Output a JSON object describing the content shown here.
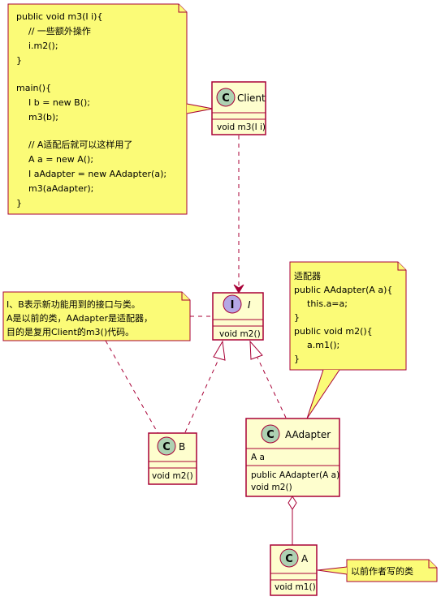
{
  "notes": {
    "client_note": {
      "lines": [
        "public void m3(I i){",
        "    // 一些额外操作",
        "    i.m2();",
        "}",
        "",
        "main(){",
        "    I b = new B();",
        "    m3(b);",
        "",
        "    // A适配后就可以这样用了",
        "    A a = new A();",
        "    I aAdapter = new AAdapter(a);",
        "    m3(aAdapter);",
        "}"
      ]
    },
    "interface_note": {
      "lines": [
        "I、B表示新功能用到的接口与类。",
        "A是以前的类，AAdapter是适配器，",
        "目的是复用Client的m3()代码。"
      ]
    },
    "adapter_note": {
      "lines": [
        "适配器",
        "public AAdapter(A a){",
        "    this.a=a;",
        "}",
        "public void m2(){",
        "    a.m1();",
        "}"
      ]
    },
    "a_note": {
      "lines": [
        "以前作者写的类"
      ]
    }
  },
  "classes": {
    "client": {
      "name": "Client",
      "stereotype": "C",
      "methods": [
        "void m3(I i)"
      ]
    },
    "iface": {
      "name": "I",
      "stereotype": "I",
      "methods": [
        "void m2()"
      ]
    },
    "b": {
      "name": "B",
      "stereotype": "C",
      "methods": [
        "void m2()"
      ]
    },
    "adapter": {
      "name": "AAdapter",
      "stereotype": "C",
      "fields": [
        "A a"
      ],
      "methods": [
        "public AAdapter(A a)",
        "void m2()"
      ]
    },
    "a": {
      "name": "A",
      "stereotype": "C",
      "methods": [
        "void m1()"
      ]
    }
  },
  "colors": {
    "note_fill": "#FBFB77",
    "border": "#A80036",
    "class_fill": "#FEFECE",
    "class_circle": "#ADD1B2",
    "interface_circle": "#B4A7E5"
  }
}
